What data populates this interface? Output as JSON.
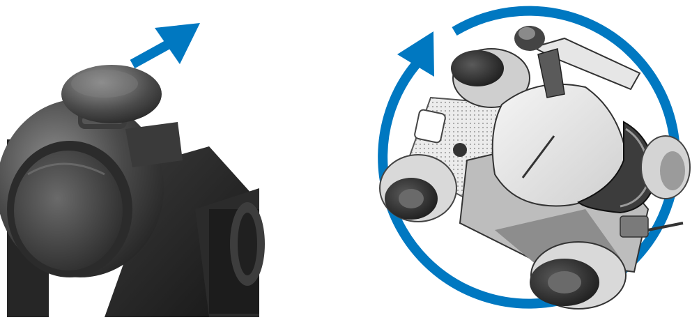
{
  "figure": {
    "left_panel": {
      "illustration": "joystick-knob-closeup",
      "arrow": {
        "icon": "straight-arrow-icon",
        "direction": "up-right",
        "color": "#0078C1"
      }
    },
    "right_panel": {
      "illustration": "power-wheelchair-top-view",
      "arrow": {
        "icon": "circular-arrow-icon",
        "direction": "clockwise",
        "color": "#0078C1"
      }
    }
  }
}
